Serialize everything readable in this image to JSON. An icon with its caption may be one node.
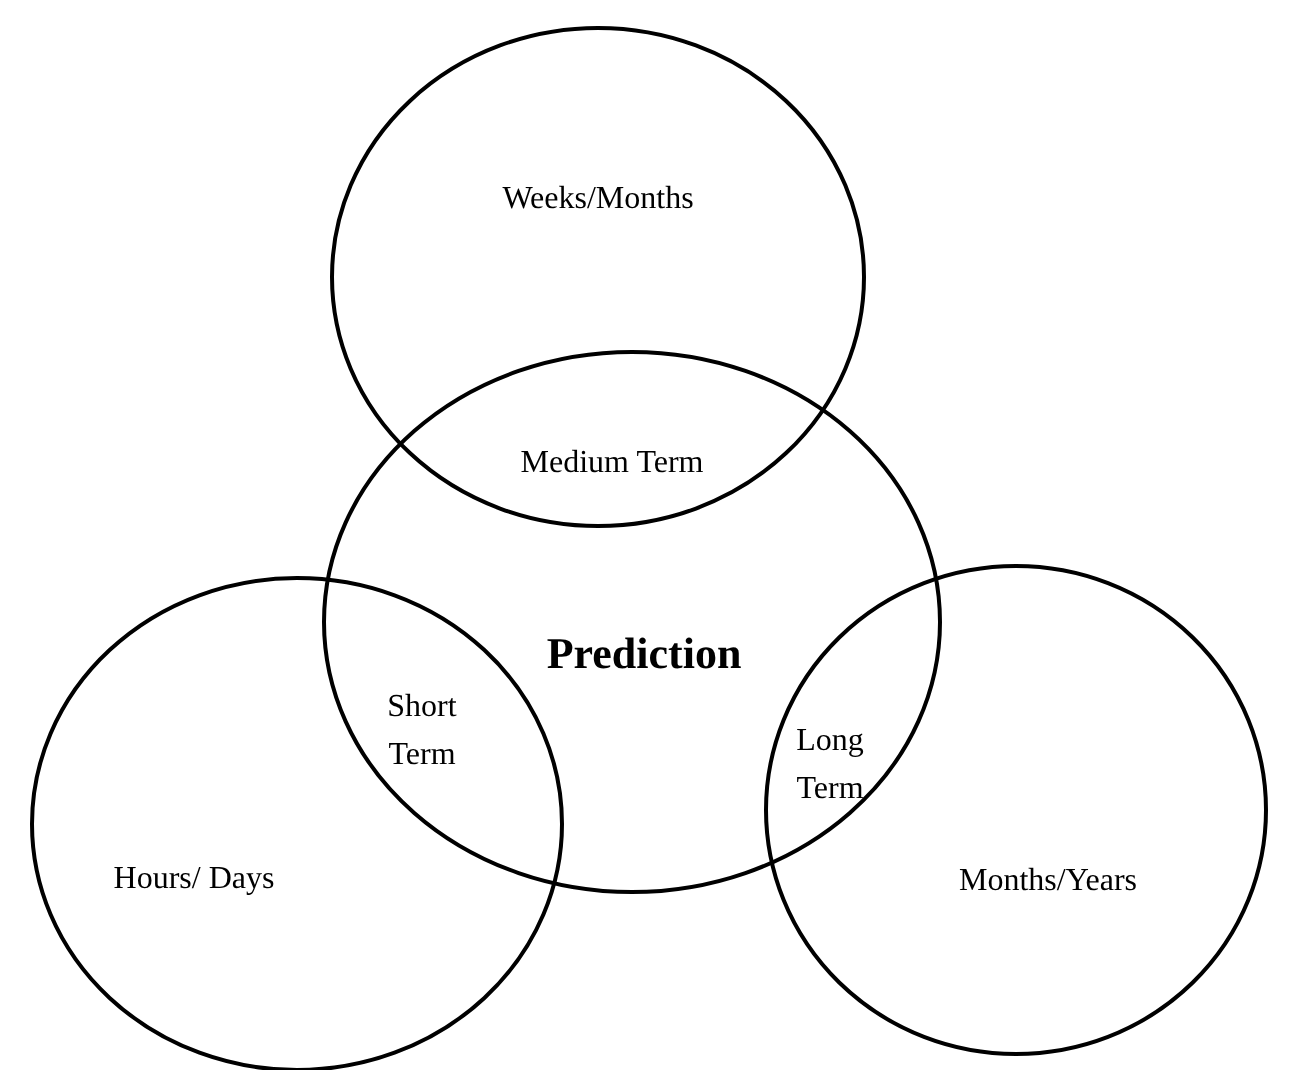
{
  "diagram": {
    "nodes": [
      {
        "text": [
          "Weeks/Months"
        ]
      },
      {
        "text": [
          "Prediction"
        ]
      },
      {
        "text": [
          "Hours/ Days"
        ]
      },
      {
        "text": [
          "Months/Years"
        ]
      }
    ],
    "labels": [
      "Medium Term",
      "Short Term",
      "Long Term"
    ]
  }
}
